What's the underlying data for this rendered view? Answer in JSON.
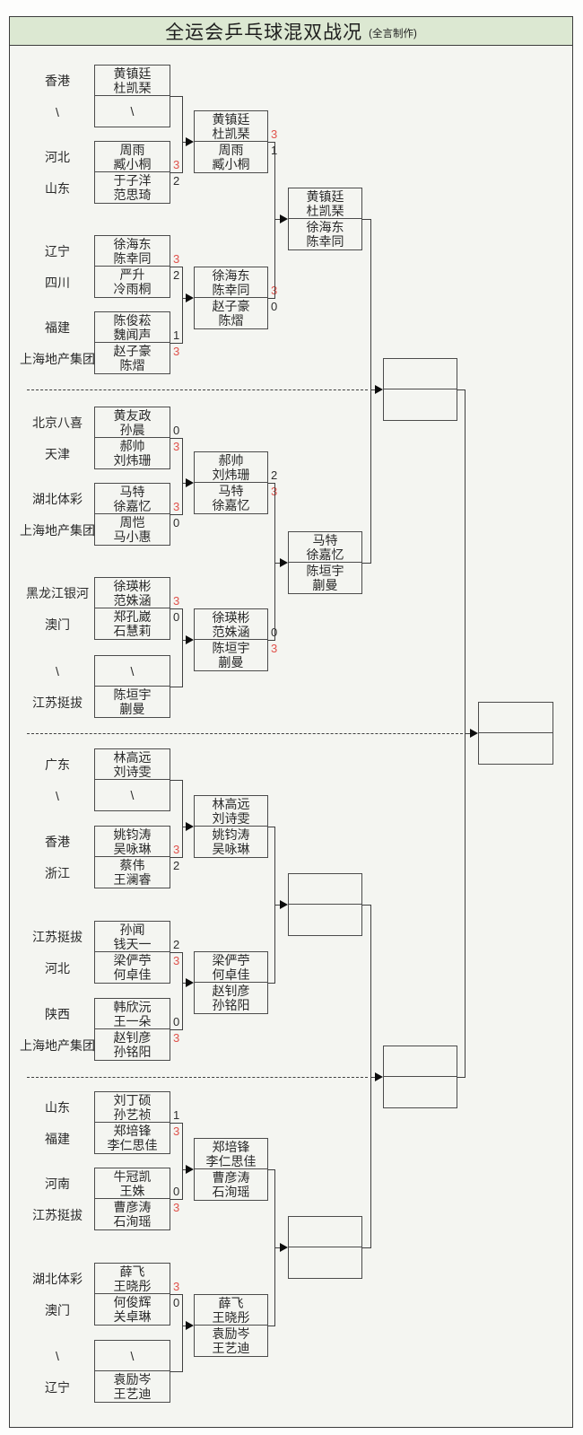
{
  "title": {
    "main": "全运会乒乓球混双战况",
    "credit": "(全言制作)"
  },
  "colors": {
    "header_bg": "#dce8d2",
    "score_win_red": "#e0524c",
    "frame_bg": "#f4f5f1",
    "line": "#3f3f3f"
  },
  "bracket": {
    "round1": [
      {
        "regions": [
          "香港",
          "\\"
        ],
        "teams": [
          [
            "黄镇廷",
            "杜凯琹"
          ],
          [
            "\\"
          ]
        ],
        "scores": [
          "",
          ""
        ]
      },
      {
        "regions": [
          "河北",
          "山东"
        ],
        "teams": [
          [
            "周雨",
            "臧小桐"
          ],
          [
            "于子洋",
            "范思琦"
          ]
        ],
        "scores": [
          "3",
          "2"
        ]
      },
      {
        "regions": [
          "辽宁",
          "四川"
        ],
        "teams": [
          [
            "徐海东",
            "陈幸同"
          ],
          [
            "严升",
            "冷雨桐"
          ]
        ],
        "scores": [
          "3",
          "2"
        ]
      },
      {
        "regions": [
          "福建",
          "上海地产集团"
        ],
        "teams": [
          [
            "陈俊菘",
            "魏闻声"
          ],
          [
            "赵子豪",
            "陈熠"
          ]
        ],
        "scores": [
          "1",
          "3"
        ]
      },
      {
        "regions": [
          "北京八喜",
          "天津"
        ],
        "teams": [
          [
            "黄友政",
            "孙晨"
          ],
          [
            "郝帅",
            "刘炜珊"
          ]
        ],
        "scores": [
          "0",
          "3"
        ]
      },
      {
        "regions": [
          "湖北体彩",
          "上海地产集团"
        ],
        "teams": [
          [
            "马特",
            "徐嘉忆"
          ],
          [
            "周恺",
            "马小惠"
          ]
        ],
        "scores": [
          "3",
          "0"
        ]
      },
      {
        "regions": [
          "黑龙江银河",
          "澳门"
        ],
        "teams": [
          [
            "徐瑛彬",
            "范姝涵"
          ],
          [
            "郑孔崴",
            "石慧莉"
          ]
        ],
        "scores": [
          "3",
          "0"
        ]
      },
      {
        "regions": [
          "\\",
          "江苏挺拔"
        ],
        "teams": [
          [
            "\\"
          ],
          [
            "陈垣宇",
            "蒯曼"
          ]
        ],
        "scores": [
          "",
          ""
        ]
      },
      {
        "regions": [
          "广东",
          "\\"
        ],
        "teams": [
          [
            "林高远",
            "刘诗雯"
          ],
          [
            "\\"
          ]
        ],
        "scores": [
          "",
          ""
        ]
      },
      {
        "regions": [
          "香港",
          "浙江"
        ],
        "teams": [
          [
            "姚钧涛",
            "吴咏琳"
          ],
          [
            "蔡伟",
            "王澜睿"
          ]
        ],
        "scores": [
          "3",
          "2"
        ]
      },
      {
        "regions": [
          "江苏挺拔",
          "河北"
        ],
        "teams": [
          [
            "孙闻",
            "钱天一"
          ],
          [
            "梁俨苧",
            "何卓佳"
          ]
        ],
        "scores": [
          "2",
          "3"
        ]
      },
      {
        "regions": [
          "陕西",
          "上海地产集团"
        ],
        "teams": [
          [
            "韩欣沅",
            "王一朵"
          ],
          [
            "赵钊彦",
            "孙铭阳"
          ]
        ],
        "scores": [
          "0",
          "3"
        ]
      },
      {
        "regions": [
          "山东",
          "福建"
        ],
        "teams": [
          [
            "刘丁硕",
            "孙艺祯"
          ],
          [
            "郑培锋",
            "李仁思佳"
          ]
        ],
        "scores": [
          "1",
          "3"
        ]
      },
      {
        "regions": [
          "河南",
          "江苏挺拔"
        ],
        "teams": [
          [
            "牛冠凯",
            "王姝"
          ],
          [
            "曹彦涛",
            "石洵瑶"
          ]
        ],
        "scores": [
          "0",
          "3"
        ]
      },
      {
        "regions": [
          "湖北体彩",
          "澳门"
        ],
        "teams": [
          [
            "薛飞",
            "王晓彤"
          ],
          [
            "何俊辉",
            "关卓琳"
          ]
        ],
        "scores": [
          "3",
          "0"
        ]
      },
      {
        "regions": [
          "\\",
          "辽宁"
        ],
        "teams": [
          [
            "\\"
          ],
          [
            "袁励岑",
            "王艺迪"
          ]
        ],
        "scores": [
          "",
          ""
        ]
      }
    ],
    "round2": [
      {
        "teams": [
          [
            "黄镇廷",
            "杜凯琹"
          ],
          [
            "周雨",
            "臧小桐"
          ]
        ],
        "scores": [
          "3",
          "1"
        ]
      },
      {
        "teams": [
          [
            "徐海东",
            "陈幸同"
          ],
          [
            "赵子豪",
            "陈熠"
          ]
        ],
        "scores": [
          "3",
          "0"
        ]
      },
      {
        "teams": [
          [
            "郝帅",
            "刘炜珊"
          ],
          [
            "马特",
            "徐嘉忆"
          ]
        ],
        "scores": [
          "2",
          "3"
        ]
      },
      {
        "teams": [
          [
            "徐瑛彬",
            "范姝涵"
          ],
          [
            "陈垣宇",
            "蒯曼"
          ]
        ],
        "scores": [
          "0",
          "3"
        ]
      },
      {
        "teams": [
          [
            "林高远",
            "刘诗雯"
          ],
          [
            "姚钧涛",
            "吴咏琳"
          ]
        ],
        "scores": [
          "",
          ""
        ]
      },
      {
        "teams": [
          [
            "梁俨苧",
            "何卓佳"
          ],
          [
            "赵钊彦",
            "孙铭阳"
          ]
        ],
        "scores": [
          "",
          ""
        ]
      },
      {
        "teams": [
          [
            "郑培锋",
            "李仁思佳"
          ],
          [
            "曹彦涛",
            "石洵瑶"
          ]
        ],
        "scores": [
          "",
          ""
        ]
      },
      {
        "teams": [
          [
            "薛飞",
            "王晓彤"
          ],
          [
            "袁励岑",
            "王艺迪"
          ]
        ],
        "scores": [
          "",
          ""
        ]
      }
    ],
    "round3": [
      {
        "teams": [
          [
            "黄镇廷",
            "杜凯琹"
          ],
          [
            "徐海东",
            "陈幸同"
          ]
        ],
        "scores": [
          "",
          ""
        ]
      },
      {
        "teams": [
          [
            "马特",
            "徐嘉忆"
          ],
          [
            "陈垣宇",
            "蒯曼"
          ]
        ],
        "scores": [
          "",
          ""
        ]
      },
      {
        "teams": [
          [],
          []
        ],
        "scores": [
          "",
          ""
        ]
      },
      {
        "teams": [
          [],
          []
        ],
        "scores": [
          "",
          ""
        ]
      }
    ],
    "round4": [
      {
        "teams": [
          [],
          []
        ],
        "scores": [
          "",
          ""
        ]
      },
      {
        "teams": [
          [],
          []
        ],
        "scores": [
          "",
          ""
        ]
      }
    ],
    "final": [
      {
        "teams": [
          [],
          []
        ],
        "scores": [
          "",
          ""
        ]
      }
    ]
  }
}
